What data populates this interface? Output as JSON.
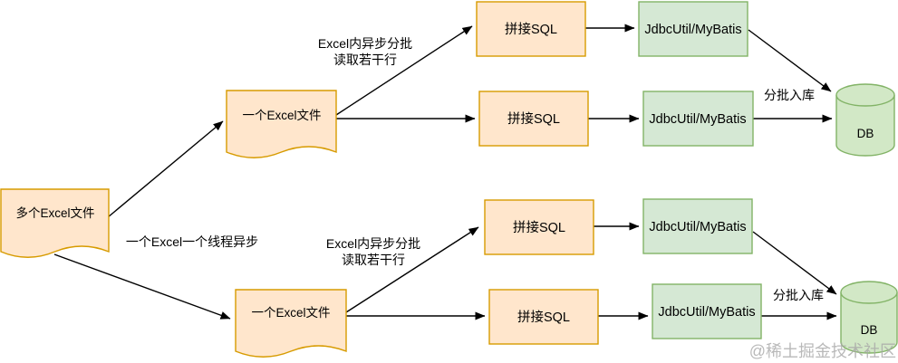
{
  "diagram": {
    "nodes": {
      "multi_excel_file": {
        "label": "多个Excel文件"
      },
      "single_excel_file_top": {
        "label": "一个Excel文件"
      },
      "single_excel_file_bottom": {
        "label": "一个Excel文件"
      },
      "concat_sql_top_outer": {
        "label": "拼接SQL"
      },
      "concat_sql_top_inner": {
        "label": "拼接SQL"
      },
      "concat_sql_bottom_outer": {
        "label": "拼接SQL"
      },
      "concat_sql_bottom_inner": {
        "label": "拼接SQL"
      },
      "jdbc_mybatis_top_outer": {
        "label": "JdbcUtil/MyBatis"
      },
      "jdbc_mybatis_top_inner": {
        "label": "JdbcUtil/MyBatis"
      },
      "jdbc_mybatis_bottom_outer": {
        "label": "JdbcUtil/MyBatis"
      },
      "jdbc_mybatis_bottom_inner": {
        "label": "JdbcUtil/MyBatis"
      },
      "db_top": {
        "label": "DB"
      },
      "db_bottom": {
        "label": "DB"
      }
    },
    "edge_labels": {
      "one_excel_one_thread": "一个Excel一个线程异步",
      "async_batch_read_top": {
        "line1": "Excel内异步分批",
        "line2": "读取若干行"
      },
      "async_batch_read_bottom": {
        "line1": "Excel内异步分批",
        "line2": "读取若干行"
      },
      "batch_insert_top": "分批入库",
      "batch_insert_bottom": "分批入库"
    },
    "watermark": "@稀土掘金技术社区",
    "colors": {
      "document_fill": "#FFE6CC",
      "document_stroke": "#D79B00",
      "process_fill": "#FFE6CC",
      "process_stroke": "#D79B00",
      "jdbc_fill": "#D5E8D4",
      "jdbc_stroke": "#82B366",
      "db_fill": "#D2E8C6",
      "db_stroke": "#82B366",
      "arrow": "#000000",
      "watermark": "#A8A8A8"
    }
  }
}
